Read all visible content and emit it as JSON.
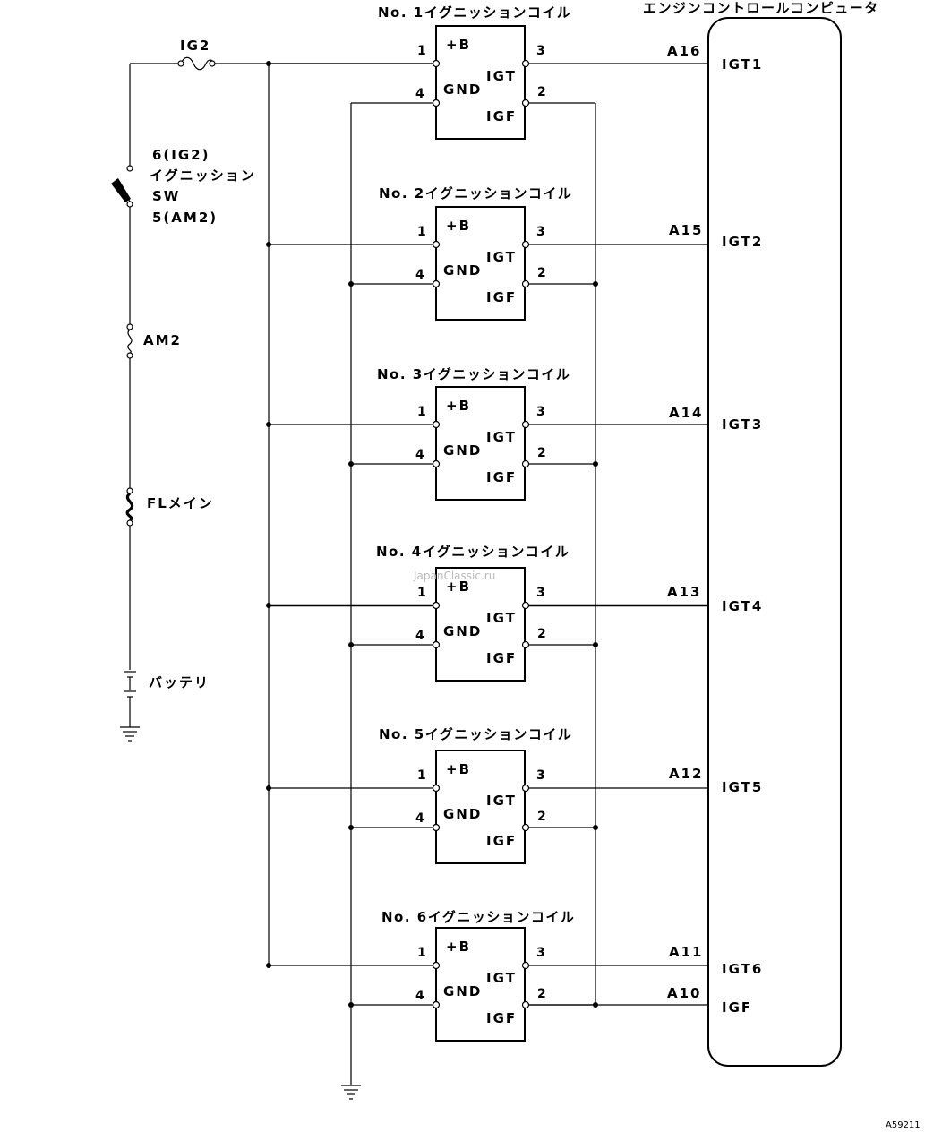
{
  "ecu": {
    "title": "エンジンコントロールコンピュータ",
    "pins": [
      {
        "connector": "A16",
        "name": "IGT1"
      },
      {
        "connector": "A15",
        "name": "IGT2"
      },
      {
        "connector": "A14",
        "name": "IGT3"
      },
      {
        "connector": "A13",
        "name": "IGT4"
      },
      {
        "connector": "A12",
        "name": "IGT5"
      },
      {
        "connector": "A11",
        "name": "IGT6"
      },
      {
        "connector": "A10",
        "name": "IGF"
      }
    ]
  },
  "coils": [
    {
      "title": "No. 1イグニッションコイル"
    },
    {
      "title": "No. 2イグニッションコイル"
    },
    {
      "title": "No. 3イグニッションコイル"
    },
    {
      "title": "No. 4イグニッションコイル"
    },
    {
      "title": "No. 5イグニッションコイル"
    },
    {
      "title": "No. 6イグニッションコイル"
    }
  ],
  "coil_pins": {
    "b_label": "+B",
    "gnd_label": "GND",
    "igt_label": "IGT",
    "igf_label": "IGF",
    "pin1": "1",
    "pin2": "2",
    "pin3": "3",
    "pin4": "4"
  },
  "power": {
    "ig2_fuse": "IG2",
    "switch_top": "6(IG2)",
    "switch_name1": "イグニッション",
    "switch_name2": "SW",
    "switch_bottom": "5(AM2)",
    "am2_fuse": "AM2",
    "fl_main": "FLメイン",
    "battery": "バッテリ"
  },
  "watermark": "JapanClassic.ru",
  "figure_id": "A59211"
}
